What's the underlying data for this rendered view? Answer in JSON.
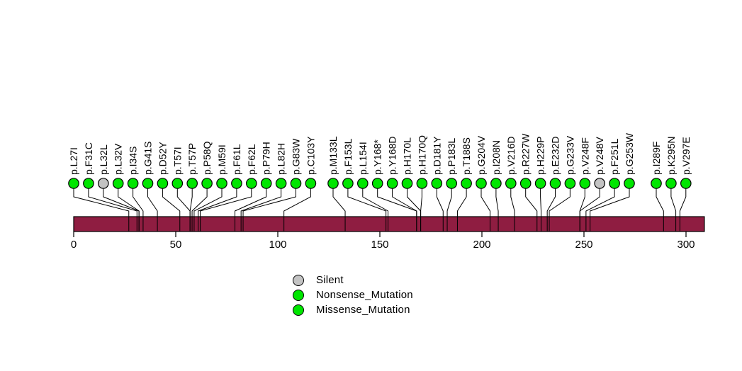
{
  "legend": {
    "items": [
      {
        "label": "Silent",
        "color": "#c3c3c3"
      },
      {
        "label": "Nonsense_Mutation",
        "color": "#00e600"
      },
      {
        "label": "Missense_Mutation",
        "color": "#00e600"
      }
    ]
  },
  "chart_data": {
    "type": "lollipop",
    "title": "",
    "xlabel": "",
    "axis": {
      "ticks": [
        0,
        50,
        100,
        150,
        200,
        250,
        300
      ],
      "xlim": [
        0,
        309
      ],
      "grid": false
    },
    "gene_bar": {
      "start": 0,
      "end": 309,
      "color": "#8f1d41",
      "border_color": "#000000"
    },
    "marker_colors": {
      "Silent": "#c3c3c3",
      "Nonsense_Mutation": "#00e600",
      "Missense_Mutation": "#00e600"
    },
    "legend_position": "bottom",
    "mutations": [
      {
        "label": "p.L27I",
        "position": 27,
        "type": "Missense_Mutation"
      },
      {
        "label": "p.F31C",
        "position": 31,
        "type": "Missense_Mutation"
      },
      {
        "label": "p.L32L",
        "position": 32,
        "type": "Silent"
      },
      {
        "label": "p.L32V",
        "position": 32,
        "type": "Missense_Mutation"
      },
      {
        "label": "p.I34S",
        "position": 34,
        "type": "Missense_Mutation"
      },
      {
        "label": "p.G41S",
        "position": 41,
        "type": "Missense_Mutation"
      },
      {
        "label": "p.D52Y",
        "position": 52,
        "type": "Missense_Mutation"
      },
      {
        "label": "p.T57I",
        "position": 57,
        "type": "Missense_Mutation"
      },
      {
        "label": "p.T57P",
        "position": 57,
        "type": "Missense_Mutation"
      },
      {
        "label": "p.P58Q",
        "position": 58,
        "type": "Missense_Mutation"
      },
      {
        "label": "p.M59I",
        "position": 59,
        "type": "Missense_Mutation"
      },
      {
        "label": "p.F61L",
        "position": 61,
        "type": "Missense_Mutation"
      },
      {
        "label": "p.F62L",
        "position": 62,
        "type": "Missense_Mutation"
      },
      {
        "label": "p.P79H",
        "position": 79,
        "type": "Missense_Mutation"
      },
      {
        "label": "p.L82H",
        "position": 82,
        "type": "Missense_Mutation"
      },
      {
        "label": "p.G83W",
        "position": 83,
        "type": "Missense_Mutation"
      },
      {
        "label": "p.C103Y",
        "position": 103,
        "type": "Missense_Mutation"
      },
      {
        "label": "p.M133L",
        "position": 133,
        "type": "Missense_Mutation"
      },
      {
        "label": "p.F153L",
        "position": 153,
        "type": "Missense_Mutation"
      },
      {
        "label": "p.L154I",
        "position": 154,
        "type": "Missense_Mutation"
      },
      {
        "label": "p.Y168*",
        "position": 168,
        "type": "Nonsense_Mutation"
      },
      {
        "label": "p.Y168D",
        "position": 168,
        "type": "Missense_Mutation"
      },
      {
        "label": "p.H170L",
        "position": 170,
        "type": "Missense_Mutation"
      },
      {
        "label": "p.H170Q",
        "position": 170,
        "type": "Missense_Mutation"
      },
      {
        "label": "p.D181Y",
        "position": 181,
        "type": "Missense_Mutation"
      },
      {
        "label": "p.P183L",
        "position": 183,
        "type": "Missense_Mutation"
      },
      {
        "label": "p.T188S",
        "position": 188,
        "type": "Missense_Mutation"
      },
      {
        "label": "p.G204V",
        "position": 204,
        "type": "Missense_Mutation"
      },
      {
        "label": "p.I208N",
        "position": 208,
        "type": "Missense_Mutation"
      },
      {
        "label": "p.V216D",
        "position": 216,
        "type": "Missense_Mutation"
      },
      {
        "label": "p.R227W",
        "position": 227,
        "type": "Missense_Mutation"
      },
      {
        "label": "p.H229P",
        "position": 229,
        "type": "Missense_Mutation"
      },
      {
        "label": "p.E232D",
        "position": 232,
        "type": "Missense_Mutation"
      },
      {
        "label": "p.G233V",
        "position": 233,
        "type": "Missense_Mutation"
      },
      {
        "label": "p.V248F",
        "position": 248,
        "type": "Missense_Mutation"
      },
      {
        "label": "p.V248V",
        "position": 248,
        "type": "Silent"
      },
      {
        "label": "p.F251L",
        "position": 251,
        "type": "Missense_Mutation"
      },
      {
        "label": "p.G253W",
        "position": 253,
        "type": "Missense_Mutation"
      },
      {
        "label": "p.I289F",
        "position": 289,
        "type": "Missense_Mutation"
      },
      {
        "label": "p.K295N",
        "position": 295,
        "type": "Missense_Mutation"
      },
      {
        "label": "p.V297E",
        "position": 297,
        "type": "Missense_Mutation"
      }
    ]
  }
}
